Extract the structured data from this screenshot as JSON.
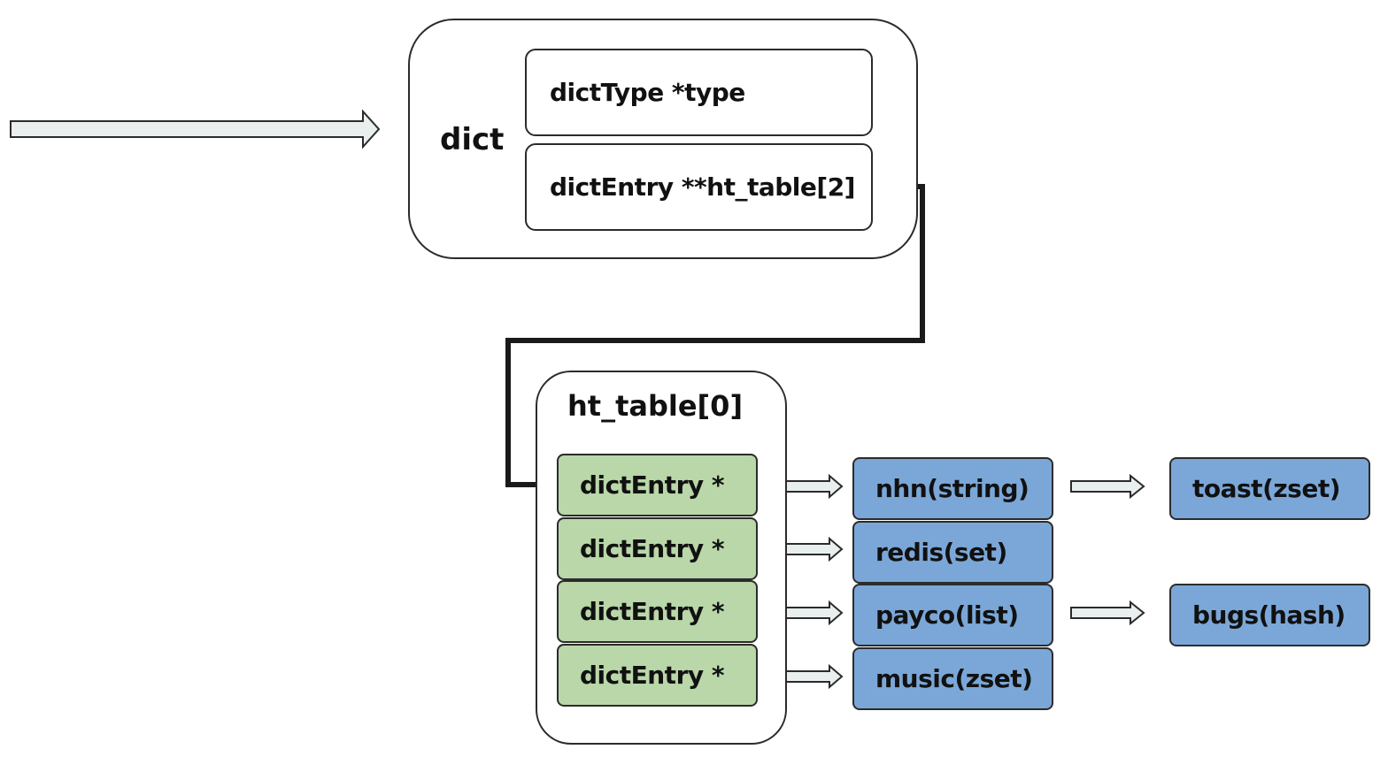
{
  "dict": {
    "label": "dict",
    "fields": [
      {
        "label": "dictType *type"
      },
      {
        "label": "dictEntry **ht_table[2]"
      }
    ]
  },
  "ht_table": {
    "label": "ht_table[0]",
    "entries": [
      {
        "label": "dictEntry *"
      },
      {
        "label": "dictEntry *"
      },
      {
        "label": "dictEntry *"
      },
      {
        "label": "dictEntry *"
      }
    ]
  },
  "buckets": [
    {
      "label": "nhn(string)"
    },
    {
      "label": "redis(set)"
    },
    {
      "label": "payco(list)"
    },
    {
      "label": "music(zset)"
    }
  ],
  "chained": [
    {
      "label": "toast(zset)"
    },
    {
      "label": "bugs(hash)"
    }
  ],
  "colors": {
    "entry_fill": "#b9d7a8",
    "value_fill": "#7ba7d8",
    "arrow_fill": "#e9eeee",
    "stroke": "#2b2b2b"
  }
}
